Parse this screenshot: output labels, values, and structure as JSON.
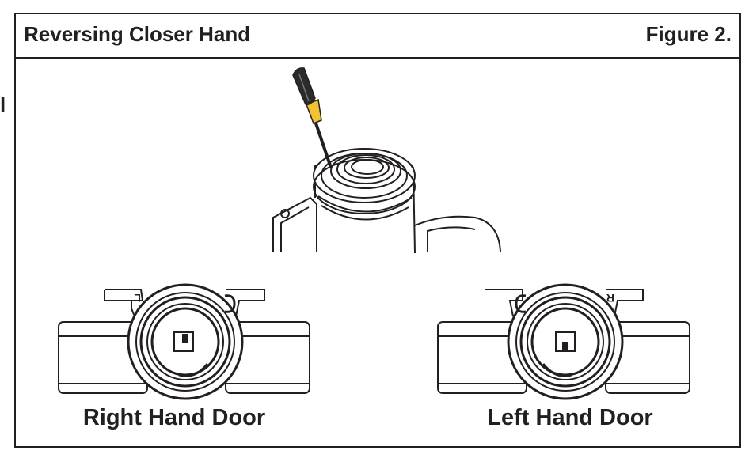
{
  "header": {
    "title": "Reversing Closer Hand",
    "figure_label": "Figure 2."
  },
  "stray_text": "l",
  "captions": {
    "right_hand": "Right Hand Door",
    "left_hand": "Left Hand Door"
  },
  "spring_markers": {
    "right_hand": "L",
    "left_hand": "R"
  },
  "colors": {
    "line": "#231f20",
    "screwdriver_handle": "#2b2b2b",
    "screwdriver_ferrule": "#f2c230"
  }
}
